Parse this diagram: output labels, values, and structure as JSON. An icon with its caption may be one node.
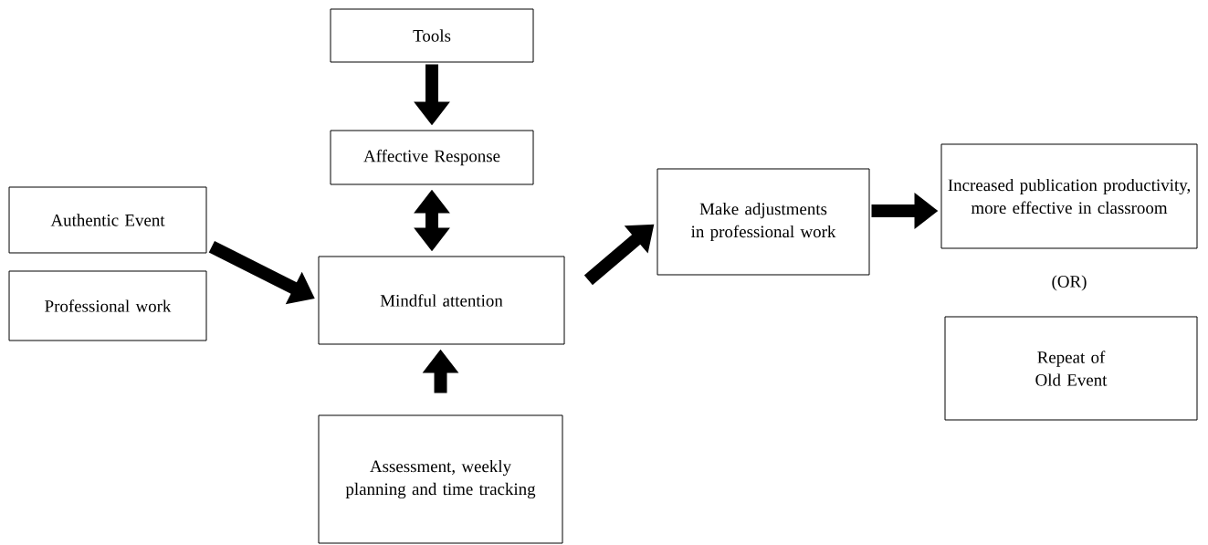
{
  "diagram": {
    "nodes": [
      {
        "text": [
          "Tools"
        ]
      },
      {
        "text": [
          "Affective Response"
        ]
      },
      {
        "text": [
          "Authentic Event"
        ]
      },
      {
        "text": [
          "Professional work"
        ]
      },
      {
        "text": [
          "Mindful attention"
        ]
      },
      {
        "text": [
          "Assessment, weekly planning and time tracking"
        ]
      },
      {
        "text": [
          "Make adjustments in professional work"
        ]
      },
      {
        "text": [
          "Increased publication productivity, more effective in classroom"
        ]
      },
      {
        "text": [
          "Repeat of Old Event"
        ]
      }
    ],
    "edges": [
      {
        "from": 0,
        "to": 1,
        "arrow": "to"
      },
      {
        "from": 1,
        "to": 4,
        "arrow": "both"
      },
      {
        "from": 2,
        "to": 4,
        "arrow": "to"
      },
      {
        "from": 5,
        "to": 4,
        "arrow": "to"
      },
      {
        "from": 4,
        "to": 6,
        "arrow": "to"
      },
      {
        "from": 6,
        "to": 7,
        "arrow": "to"
      }
    ],
    "labels": [
      "(OR)"
    ]
  }
}
